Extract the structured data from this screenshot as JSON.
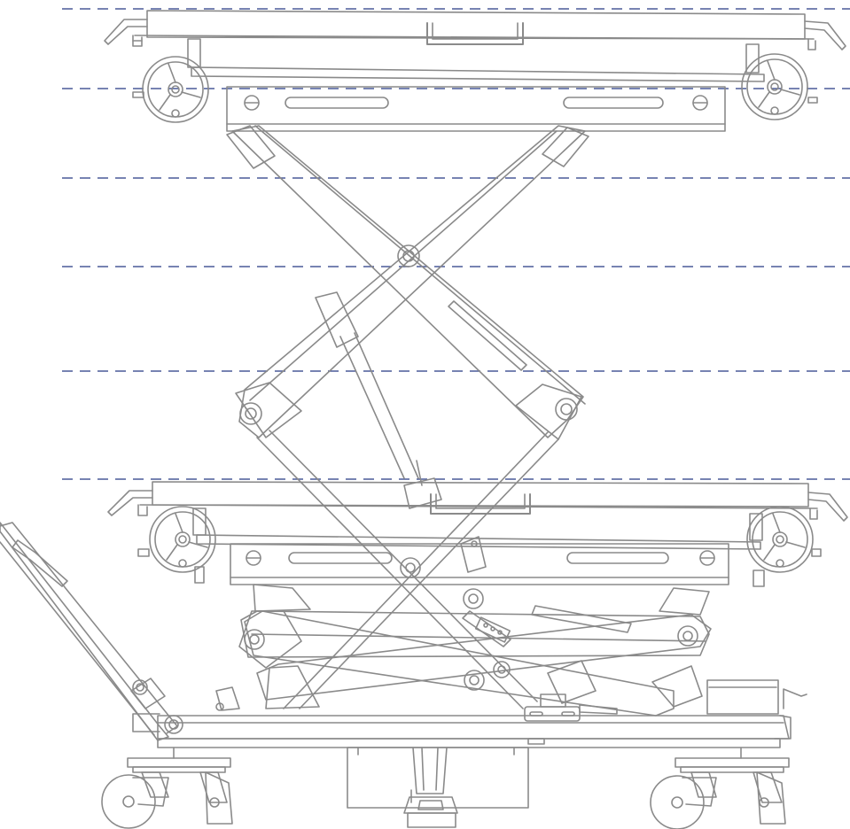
{
  "diagram": {
    "subject": "scissor-lift-trolley",
    "line_color": "#8a8a8a",
    "guide_color": "#4a5a99",
    "background": "#ffffff",
    "height_guides": 6,
    "views": [
      "raised-position",
      "lowered-position"
    ]
  }
}
